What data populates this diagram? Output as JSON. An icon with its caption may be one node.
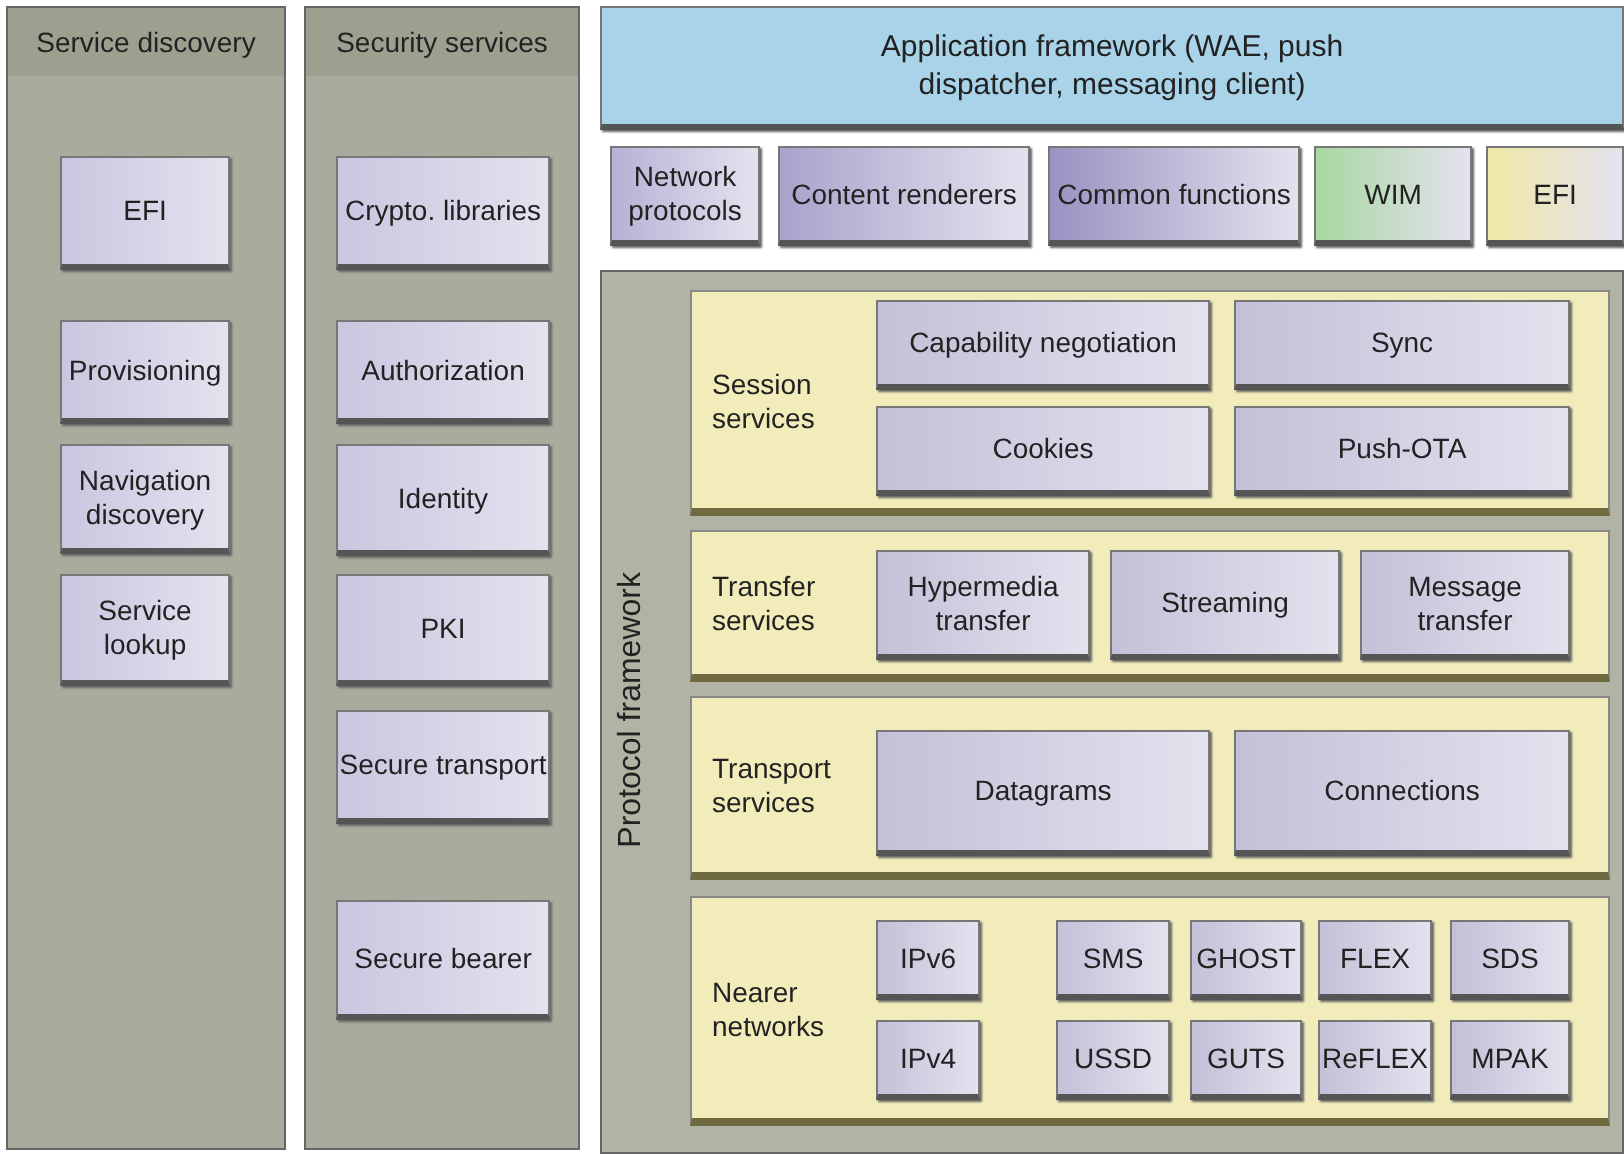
{
  "diagram": {
    "nodes": [
      {
        "text": [
          "Service discovery"
        ]
      },
      {
        "text": [
          "EFI"
        ],
        "in": 0
      },
      {
        "text": [
          "Provisioning"
        ],
        "in": 0
      },
      {
        "text": [
          "Navigation discovery"
        ],
        "in": 0
      },
      {
        "text": [
          "Service lookup"
        ],
        "in": 0
      },
      {
        "text": [
          "Security services"
        ]
      },
      {
        "text": [
          "Crypto. libraries"
        ],
        "in": 5
      },
      {
        "text": [
          "Authorization"
        ],
        "in": 5
      },
      {
        "text": [
          "Identity"
        ],
        "in": 5
      },
      {
        "text": [
          "PKI"
        ],
        "in": 5
      },
      {
        "text": [
          "Secure transport"
        ],
        "in": 5
      },
      {
        "text": [
          "Secure bearer"
        ],
        "in": 5
      },
      {
        "text": [
          "Application framework (WAE, push dispatcher, messaging client)"
        ]
      },
      {
        "text": [
          "Network protocols"
        ]
      },
      {
        "text": [
          "Content renderers"
        ]
      },
      {
        "text": [
          "Common functions"
        ]
      },
      {
        "text": [
          "WIM"
        ]
      },
      {
        "text": [
          "EFI"
        ]
      },
      {
        "text": [
          "Protocol framework"
        ]
      },
      {
        "text": [
          "Session services"
        ],
        "in": 18
      },
      {
        "text": [
          "Capability negotiation"
        ],
        "in": 19
      },
      {
        "text": [
          "Sync"
        ],
        "in": 19
      },
      {
        "text": [
          "Cookies"
        ],
        "in": 19
      },
      {
        "text": [
          "Push-OTA"
        ],
        "in": 19
      },
      {
        "text": [
          "Transfer services"
        ],
        "in": 18
      },
      {
        "text": [
          "Hypermedia transfer"
        ],
        "in": 24
      },
      {
        "text": [
          "Streaming"
        ],
        "in": 24
      },
      {
        "text": [
          "Message transfer"
        ],
        "in": 24
      },
      {
        "text": [
          "Transport services"
        ],
        "in": 18
      },
      {
        "text": [
          "Datagrams"
        ],
        "in": 28
      },
      {
        "text": [
          "Connections"
        ],
        "in": 28
      },
      {
        "text": [
          "Nearer networks"
        ],
        "in": 18
      },
      {
        "text": [
          "IPv6"
        ],
        "in": 31
      },
      {
        "text": [
          "SMS"
        ],
        "in": 31
      },
      {
        "text": [
          "GHOST"
        ],
        "in": 31
      },
      {
        "text": [
          "FLEX"
        ],
        "in": 31
      },
      {
        "text": [
          "SDS"
        ],
        "in": 31
      },
      {
        "text": [
          "IPv4"
        ],
        "in": 31
      },
      {
        "text": [
          "USSD"
        ],
        "in": 31
      },
      {
        "text": [
          "GUTS"
        ],
        "in": 31
      },
      {
        "text": [
          "ReFLEX"
        ],
        "in": 31
      },
      {
        "text": [
          "MPAK"
        ],
        "in": 31
      }
    ]
  }
}
